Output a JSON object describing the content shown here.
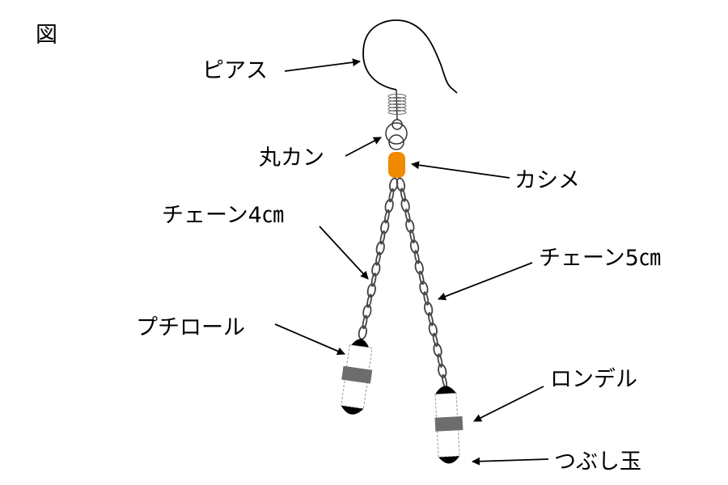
{
  "figure_label": "図",
  "labels": {
    "piercing": "ピアス",
    "jump_ring": "丸カン",
    "crimp": "カシメ",
    "chain_4cm": "チェーン4㎝",
    "chain_5cm": "チェーン5㎝",
    "petit_roll": "プチロール",
    "rondelle": "ロンデル",
    "crimp_bead": "つぶし玉"
  },
  "colors": {
    "crimp": "#f08a00",
    "rondelle": "#6d6d6d",
    "line": "#000000"
  }
}
